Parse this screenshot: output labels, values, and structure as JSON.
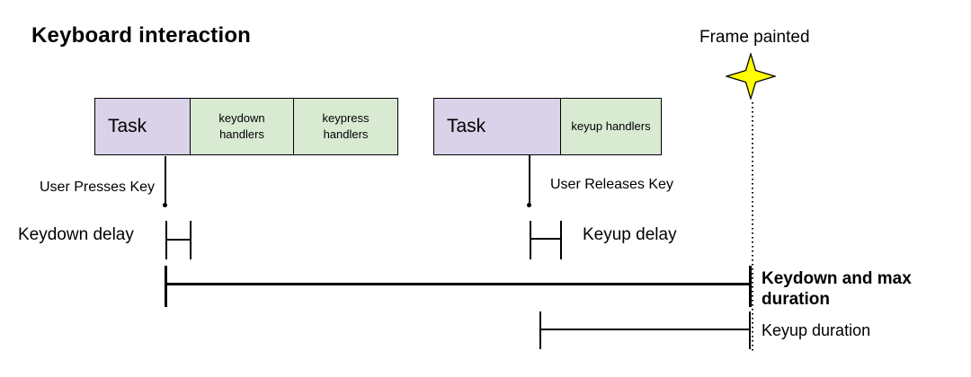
{
  "title": "Keyboard interaction",
  "frame_marker": {
    "label": "Frame painted"
  },
  "bars": {
    "keydown": {
      "segments": [
        {
          "label": "Task",
          "kind": "task"
        },
        {
          "label": "keydown\nhandlers",
          "kind": "handlers"
        },
        {
          "label": "keypress\nhandlers",
          "kind": "handlers"
        }
      ]
    },
    "keyup": {
      "segments": [
        {
          "label": "Task",
          "kind": "task"
        },
        {
          "label": "keyup handlers",
          "kind": "handlers"
        }
      ]
    }
  },
  "events": {
    "press": "User Presses Key",
    "release": "User Releases Key"
  },
  "intervals": {
    "keydown_delay": "Keydown delay",
    "keyup_delay": "Keyup delay",
    "keydown_max_duration": "Keydown and max duration",
    "keyup_duration": "Keyup duration"
  },
  "colors": {
    "task_fill": "#d9d2e9",
    "handlers_fill": "#d9ead3",
    "star_fill": "#ffff00",
    "stroke": "#000000",
    "background": "#ffffff"
  }
}
